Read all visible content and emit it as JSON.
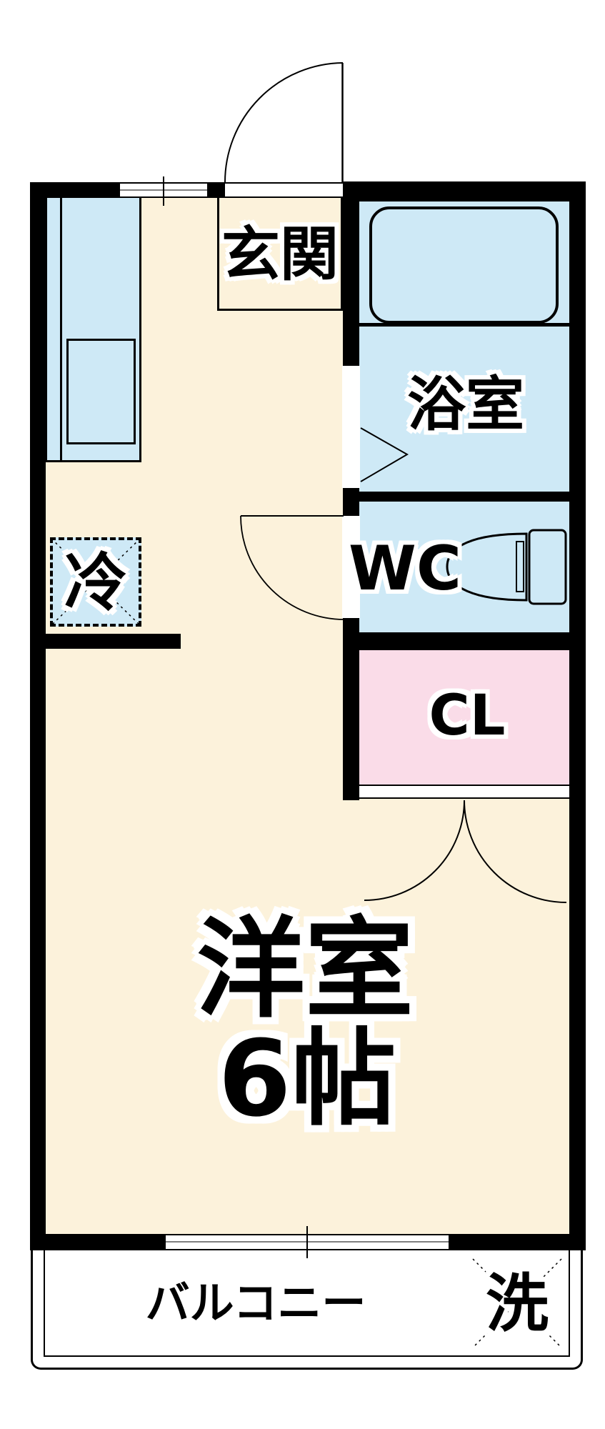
{
  "colors": {
    "wall": "#000000",
    "floor": "#FCF2DB",
    "wet_area": "#CEE9F6",
    "closet": "#FADCE8",
    "balcony": "#FFFFFF"
  },
  "rooms": {
    "genkan": {
      "label": "玄関"
    },
    "bathroom": {
      "label": "浴室"
    },
    "toilet_room": {
      "label": "WC"
    },
    "closet": {
      "label": "CL"
    },
    "main_room": {
      "label": "洋室",
      "size": "6帖"
    },
    "balcony": {
      "label": "バルコニー"
    }
  },
  "fixtures": {
    "refrigerator": {
      "label": "冷"
    },
    "washing_machine": {
      "label": "洗"
    },
    "bathtub": "bathtub-icon",
    "toilet": "toilet-icon",
    "kitchen_sink": "kitchen-sink",
    "entrance_door": "door-swing-arc",
    "wc_door": "door-swing-arc",
    "bath_folding_door": "folding-door-marker",
    "closet_doors": "double-door-swing-arcs"
  }
}
